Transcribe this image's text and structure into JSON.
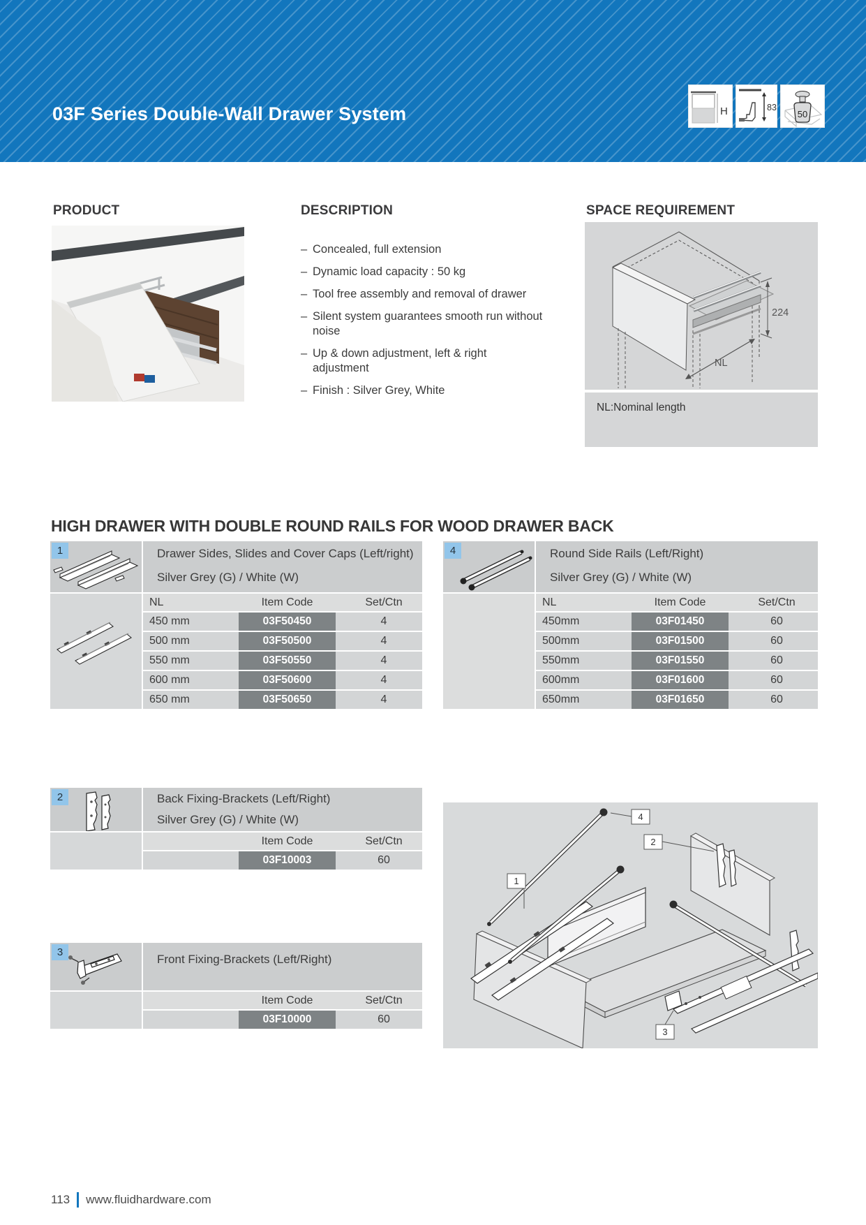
{
  "header": {
    "title": "03F Series Double-Wall Drawer System",
    "icons": [
      {
        "name": "cabinet-height-icon",
        "label": "H"
      },
      {
        "name": "drawer-side-height-icon",
        "label": "83"
      },
      {
        "name": "load-capacity-icon",
        "label": "50"
      }
    ]
  },
  "sections": {
    "product": {
      "heading": "PRODUCT"
    },
    "description": {
      "heading": "DESCRIPTION",
      "bullets": [
        "Concealed, full extension",
        "Dynamic load capacity : 50 kg",
        "Tool free assembly and removal of drawer",
        "Silent system guarantees smooth run without noise",
        "Up & down adjustment, left & right adjustment",
        "Finish : Silver Grey, White"
      ]
    },
    "space": {
      "heading": "SPACE REQUIREMENT",
      "height_dim": "224",
      "length_dim": "NL",
      "note": "NL:Nominal length"
    }
  },
  "catalog": {
    "heading": "HIGH DRAWER WITH DOUBLE ROUND RAILS FOR WOOD DRAWER BACK",
    "tables": [
      {
        "number": "1",
        "title": "Drawer Sides, Slides and Cover Caps (Left/right)",
        "subtitle": "Silver Grey (G) / White (W)",
        "columns": [
          "NL",
          "Item Code",
          "Set/Ctn"
        ],
        "rows": [
          [
            "450 mm",
            "03F50450",
            "4"
          ],
          [
            "500 mm",
            "03F50500",
            "4"
          ],
          [
            "550 mm",
            "03F50550",
            "4"
          ],
          [
            "600 mm",
            "03F50600",
            "4"
          ],
          [
            "650 mm",
            "03F50650",
            "4"
          ]
        ]
      },
      {
        "number": "4",
        "title": "Round Side Rails (Left/Right)",
        "subtitle": "Silver Grey (G) / White (W)",
        "columns": [
          "NL",
          "Item Code",
          "Set/Ctn"
        ],
        "rows": [
          [
            "450mm",
            "03F01450",
            "60"
          ],
          [
            "500mm",
            "03F01500",
            "60"
          ],
          [
            "550mm",
            "03F01550",
            "60"
          ],
          [
            "600mm",
            "03F01600",
            "60"
          ],
          [
            "650mm",
            "03F01650",
            "60"
          ]
        ]
      },
      {
        "number": "2",
        "title": "Back Fixing-Brackets (Left/Right)",
        "subtitle": "Silver Grey (G) / White (W)",
        "columns": [
          "Item Code",
          "Set/Ctn"
        ],
        "rows": [
          [
            "03F10003",
            "60"
          ]
        ]
      },
      {
        "number": "3",
        "title": "Front Fixing-Brackets (Left/Right)",
        "subtitle": "",
        "columns": [
          "Item Code",
          "Set/Ctn"
        ],
        "rows": [
          [
            "03F10000",
            "60"
          ]
        ]
      }
    ]
  },
  "diagram": {
    "labels": [
      "1",
      "2",
      "3",
      "4"
    ]
  },
  "footer": {
    "page_number": "113",
    "website": "www.fluidhardware.com"
  },
  "colors": {
    "accent_blue": "#1276bd",
    "badge_blue": "#92c5ea",
    "code_box_grey": "#7e8385"
  }
}
